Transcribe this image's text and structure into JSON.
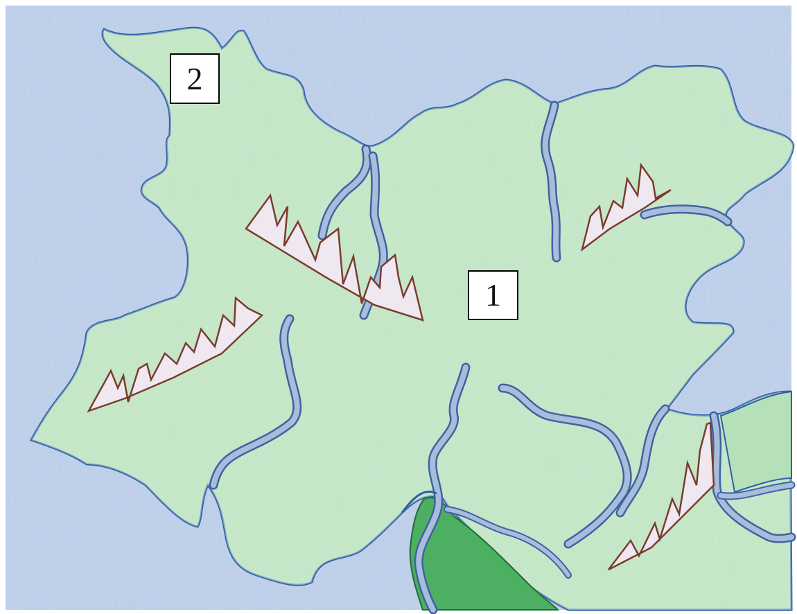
{
  "map": {
    "colors": {
      "water": "#a9c0e2",
      "land": "#b5e0b9",
      "coast": "#2f5fa8",
      "river_fill": "#a7bddb",
      "river_edge": "#3f62a3",
      "mountain": "#7a3b2e",
      "lowland": "#4caf62"
    },
    "labels": [
      {
        "id": "label-1",
        "text": "1"
      },
      {
        "id": "label-2",
        "text": "2"
      }
    ],
    "icons": [
      "mountain-icon",
      "river",
      "coastline"
    ]
  }
}
